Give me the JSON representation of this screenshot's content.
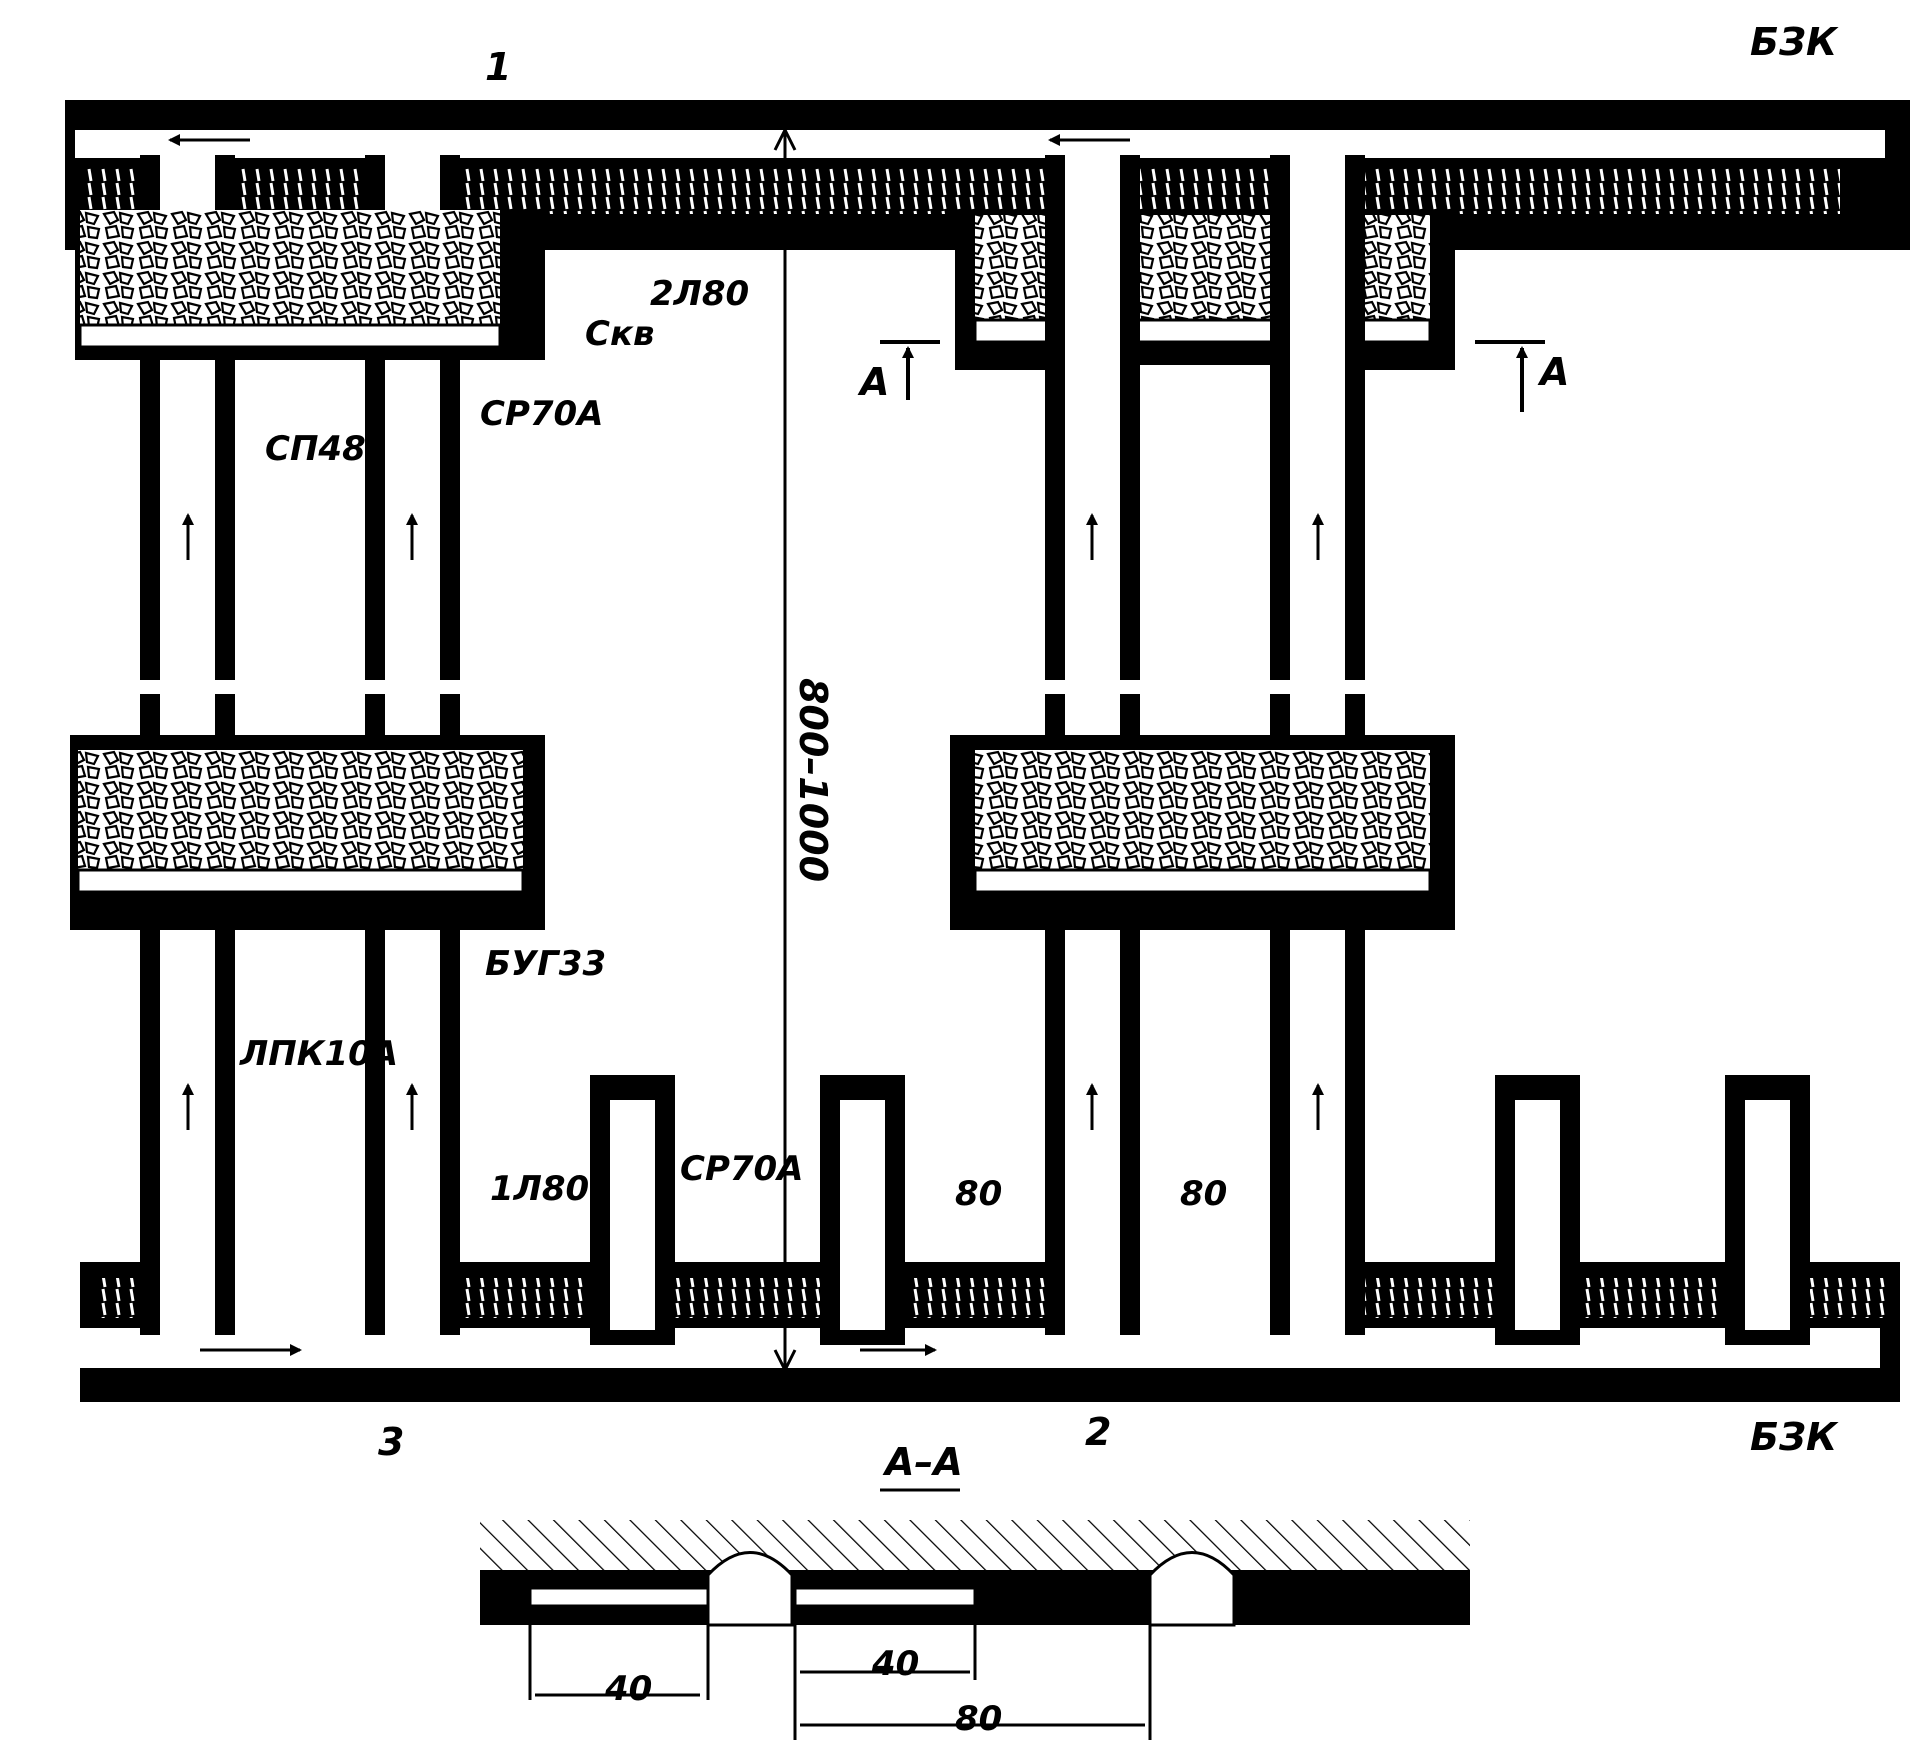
{
  "labels": {
    "bzk_top": "БЗК",
    "bzk_bottom": "БЗК",
    "drift_top": "1",
    "drift_bottom": "2",
    "item_3": "3",
    "drill_top": "2Л80",
    "drill_bottom": "1Л80",
    "skv": "Скв",
    "sp48": "СП48",
    "sr70a_top": "СР70А",
    "sr70a_bottom": "СР70А",
    "bug33": "БУГ33",
    "lpk10a": "ЛПК10А",
    "height_dim": "800–1000",
    "section_mark_left": "А",
    "section_mark_right": "А",
    "section_title": "А–А",
    "dim_80_a": "80",
    "dim_80_b": "80",
    "sec_dim_40_a": "40",
    "sec_dim_40_b": "40",
    "sec_dim_80": "80"
  },
  "colors": {
    "ink": "#000000",
    "paper": "#ffffff"
  }
}
